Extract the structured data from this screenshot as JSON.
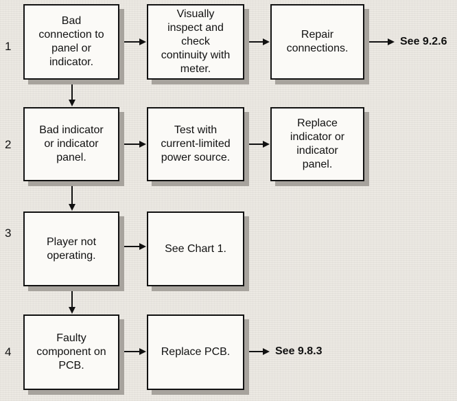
{
  "rows": [
    {
      "number": "1",
      "steps": [
        "Bad\nconnection to\npanel or\nindicator.",
        "Visually\ninspect and\ncheck\ncontinuity with\nmeter.",
        "Repair\nconnections."
      ],
      "reference": "See 9.2.6"
    },
    {
      "number": "2",
      "steps": [
        "Bad indicator\nor indicator\npanel.",
        "Test with\ncurrent-limited\npower source.",
        "Replace\nindicator or\nindicator\npanel."
      ],
      "reference": ""
    },
    {
      "number": "3",
      "steps": [
        "Player not\noperating.",
        "See Chart 1."
      ],
      "reference": ""
    },
    {
      "number": "4",
      "steps": [
        "Faulty\ncomponent on\nPCB.",
        "Replace PCB."
      ],
      "reference": "See 9.8.3"
    }
  ]
}
